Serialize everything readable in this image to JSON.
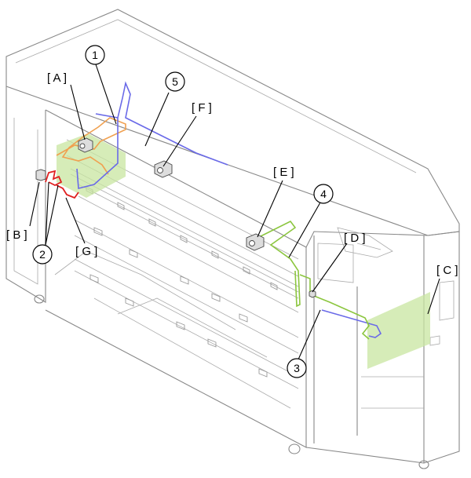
{
  "colors": {
    "orange": "#f0a050",
    "red": "#e02020",
    "blue": "#6a6ae8",
    "green": "#8cc63f",
    "area_fill": "#c8e6a0"
  },
  "callouts": {
    "A": "[ A ]",
    "B": "[ B ]",
    "C": "[ C ]",
    "D": "[ D ]",
    "E": "[ E ]",
    "F": "[ F ]",
    "G": "[ G ]"
  },
  "numbers": {
    "n1": "1",
    "n2": "2",
    "n3": "3",
    "n4": "4",
    "n5": "5"
  }
}
